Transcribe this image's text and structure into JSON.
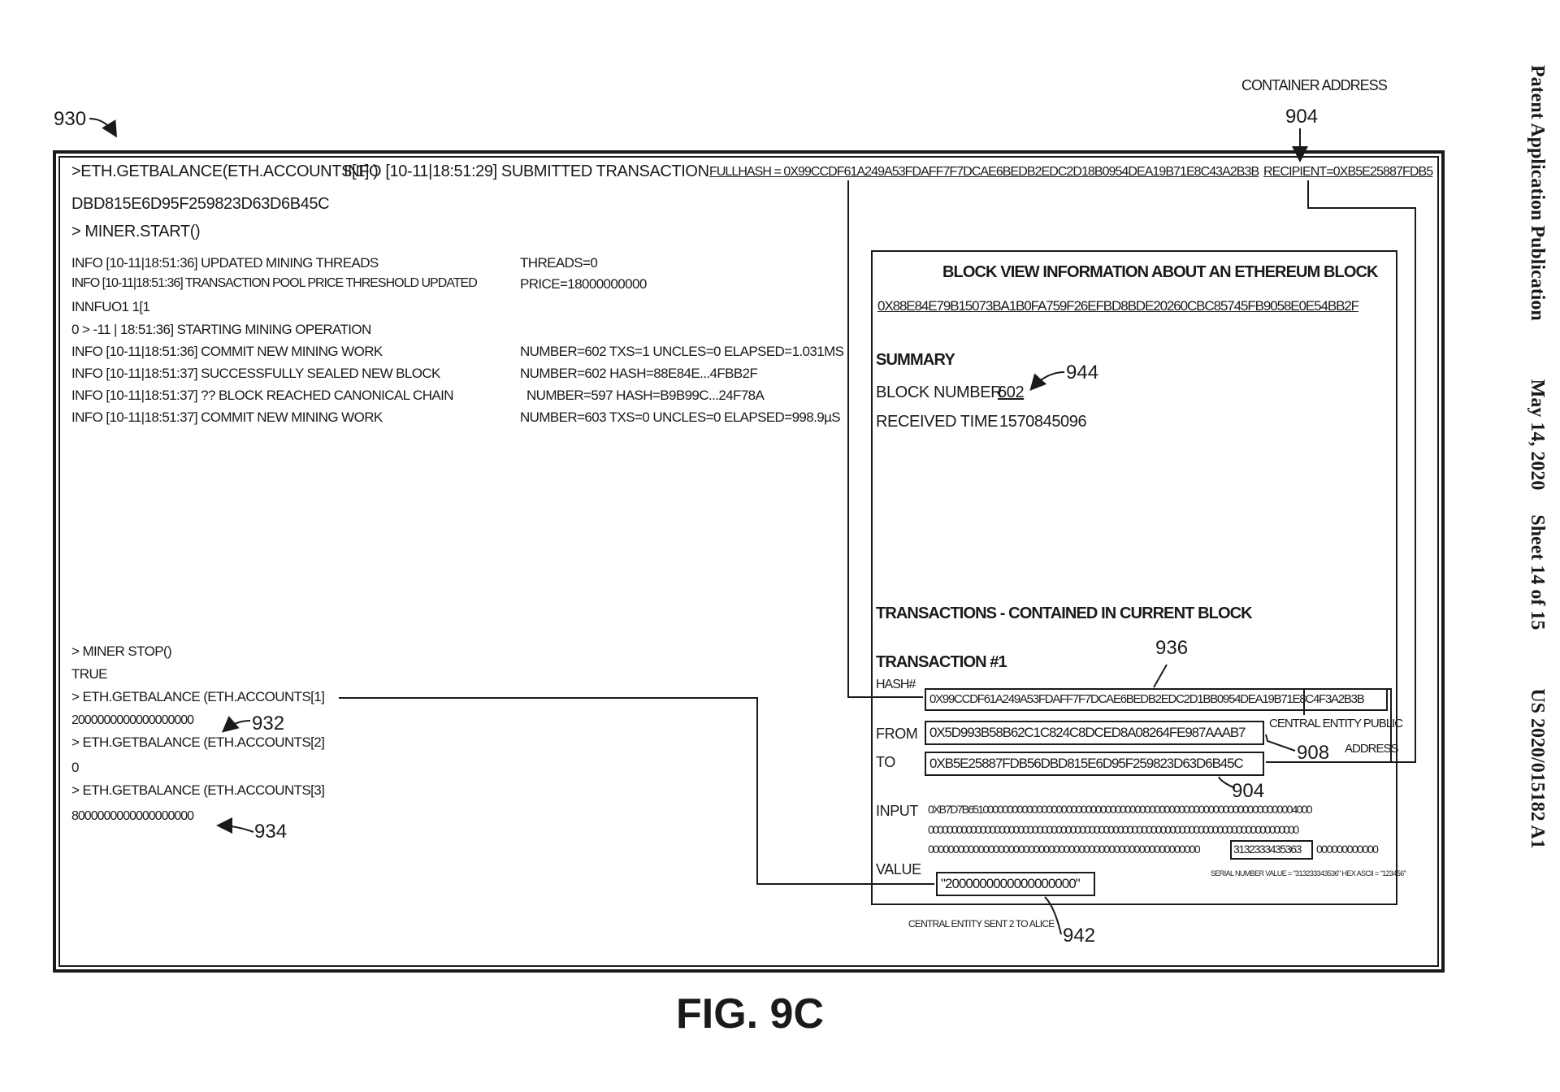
{
  "side_header": {
    "publication": "Patent Application Publication",
    "date": "May 14, 2020",
    "sheet": "Sheet 14 of 15",
    "number": "US 2020/015182 A1"
  },
  "figure_label": "FIG. 9C",
  "refs": {
    "r930": "930",
    "r904_top": "904",
    "r904_bottom": "904",
    "r932": "932",
    "r934": "934",
    "r936": "936",
    "r908": "908",
    "r942": "942",
    "r944": "944",
    "container_address": "CONTAINER ADDRESS"
  },
  "console": {
    "line1_cmd": ">ETH.GETBALANCE(ETH.ACCOUNTS[1] )",
    "line1_info": "INFO [10-11|18:51:29]  SUBMITTED TRANSACTION",
    "fullhash": "FULLHASH = 0X99CCDF61A249A53FDAFF7F7DCAE6BEDB2EDC2D18B0954DEA19B71E8C43A2B3B",
    "recipient": "RECIPIENT=0XB5E25887FDB5",
    "line2": "DBD815E6D95F259823D63D6B45C",
    "line3": "> MINER.START()",
    "log": [
      {
        "left": "INFO [10-11|18:51:36]  UPDATED MINING THREADS",
        "right": "THREADS=0"
      },
      {
        "left": "INFO [10-11|18:51:36]  TRANSACTION POOL PRICE THRESHOLD UPDATED",
        "right": "PRICE=18000000000"
      },
      {
        "left": "INNFUO1  1[1",
        "right": ""
      },
      {
        "left": "0  >   -11 | 18:51:36]  STARTING MINING OPERATION",
        "right": ""
      },
      {
        "left": "INFO [10-11|18:51:36]  COMMIT NEW MINING WORK",
        "right": "NUMBER=602 TXS=1 UNCLES=0 ELAPSED=1.031MS"
      },
      {
        "left": "INFO [10-11|18:51:37]  SUCCESSFULLY SEALED NEW BLOCK",
        "right": "NUMBER=602 HASH=88E84E...4FBB2F"
      },
      {
        "left": "INFO [10-11|18:51:37]  ?? BLOCK REACHED  CANONICAL CHAIN",
        "right": "NUMBER=597 HASH=B9B99C...24F78A"
      },
      {
        "left": "INFO [10-11|18:51:37]  COMMIT NEW MINING WORK",
        "right": "NUMBER=603 TXS=0 UNCLES=0 ELAPSED=998.9µS"
      }
    ],
    "bottom": [
      "> MINER STOP()",
      "TRUE",
      "> ETH.GETBALANCE (ETH.ACCOUNTS[1]",
      "2000000000000000000",
      "> ETH.GETBALANCE (ETH.ACCOUNTS[2]",
      "0",
      "> ETH.GETBALANCE (ETH.ACCOUNTS[3]",
      "8000000000000000000"
    ]
  },
  "block_view": {
    "title": "BLOCK VIEW INFORMATION ABOUT AN ETHEREUM BLOCK",
    "hash": "0X88E84E79B15073BA1B0FA759F26EFBD8BDE20260CBC85745FB9058E0E54BB2F",
    "summary_label": "SUMMARY",
    "block_number_label": "BLOCK NUMBER",
    "block_number": "602",
    "received_time_label": "RECEIVED TIME",
    "received_time": "1570845096",
    "transactions_heading": "TRANSACTIONS - CONTAINED IN CURRENT BLOCK",
    "transaction_label": "TRANSACTION #1",
    "hash_label": "HASH#",
    "tx_hash": "0X99CCDF61A249A53FDAFF7F7DCAE6BEDB2EDC2D1BB0954DEA19B71E8C4F3A2B3B",
    "from_label": "FROM",
    "from": "0X5D993B58B62C1C824C8DCED8A08264FE987AAAB7",
    "to_label": "TO",
    "to": "0XB5E25887FDB56DBD815E6D95F259823D63D6B45C",
    "central_entity_public": "CENTRAL ENTITY PUBLIC",
    "address_word": "ADDRESS",
    "input_label": "INPUT",
    "input_line1": "0XB7D7B6510000000000000000000000000000000000000000000000000000000000000004000",
    "input_line2": "000000000000000000000000000000000000000000000000000000000000000000000000000000",
    "input_line3a": "000000000000000000000000000000000000000000000000000000",
    "input_serial": "3132333435363",
    "input_line3b": "000000000000",
    "serial_note": "SERIAL NUMBER VALUE = \"313233343536\" HEX ASCII = \"123456\"",
    "value_label": "VALUE",
    "value": "\"2000000000000000000\"",
    "central_sent": "CENTRAL ENTITY SENT 2 TO ALICE"
  }
}
